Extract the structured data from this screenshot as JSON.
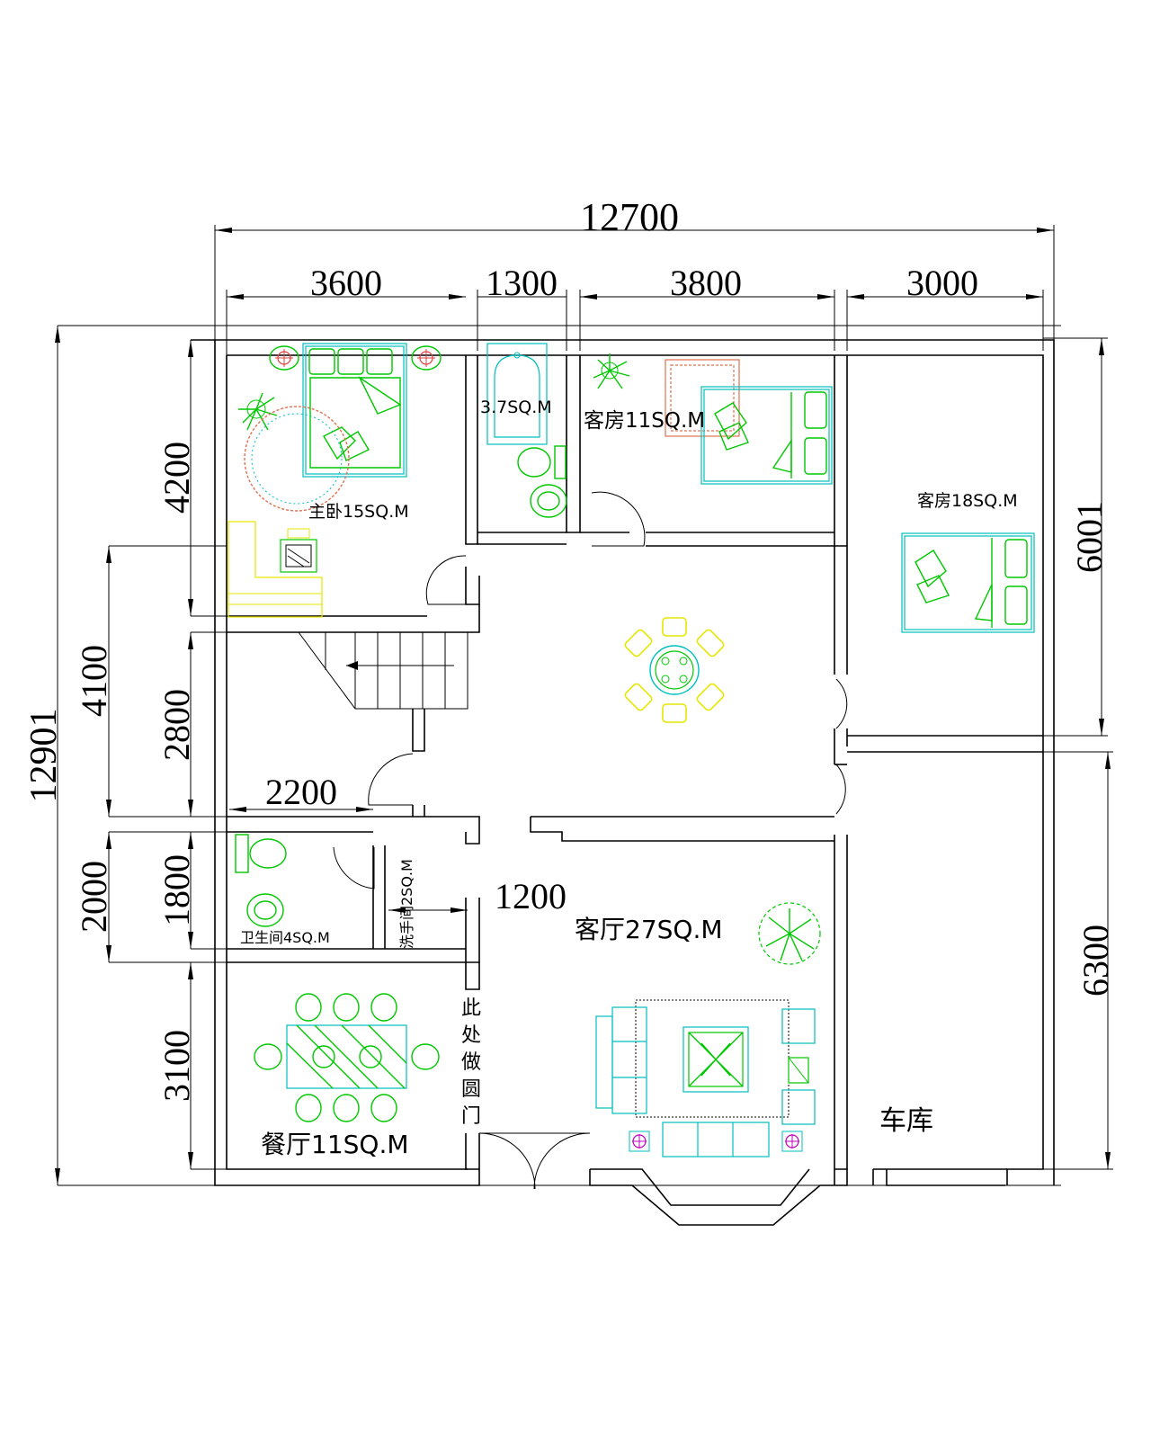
{
  "dimensions": {
    "top_total": "12700",
    "top_segments": [
      "3600",
      "1300",
      "3800",
      "3000"
    ],
    "left_total": "12901",
    "left_outer": [
      "4100",
      "2000"
    ],
    "left_inner": [
      "4200",
      "2800",
      "1800",
      "3100"
    ],
    "right_segments": [
      "6001",
      "6300"
    ],
    "interior_2200": "2200",
    "interior_1200": "1200"
  },
  "rooms": {
    "master_bedroom": "主卧15SQ.M",
    "bathroom_top": "3.7SQ.M",
    "guest_room_11": "客房11SQ.M",
    "guest_room_18": "客房18SQ.M",
    "wc": "卫生间4SQ.M",
    "wash_room": "洗手间2SQ.M",
    "living_room": "客厅27SQ.M",
    "dining_room": "餐厅11SQ.M",
    "garage": "车库"
  },
  "notes": {
    "round_door": [
      "此",
      "处",
      "做",
      "圆",
      "门"
    ]
  },
  "colors": {
    "walls": "#000000",
    "furniture_cyan": "#00bfbf",
    "plants_green": "#00c800",
    "dining_yellow": "#e6e600",
    "rug_orange": "#e07050",
    "lamp_magenta": "#c000c0"
  }
}
